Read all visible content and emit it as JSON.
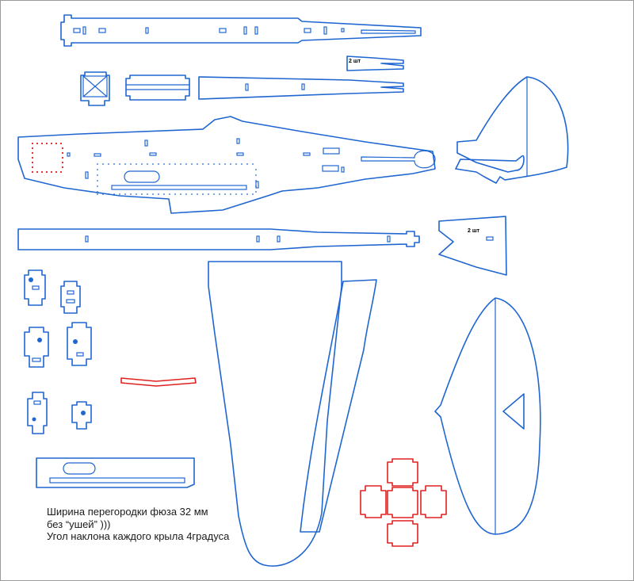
{
  "labels": {
    "qty_stabilizer_small": "2 шт",
    "qty_fin_part": "2 шт"
  },
  "note": {
    "line1": "Ширина перегородки фюза 32 мм",
    "line2": "без “ушей” )))",
    "line3": "Угол наклона каждого крыла 4градуса"
  },
  "colors": {
    "outline": "#1f66d1",
    "highlight": "#e02020"
  }
}
